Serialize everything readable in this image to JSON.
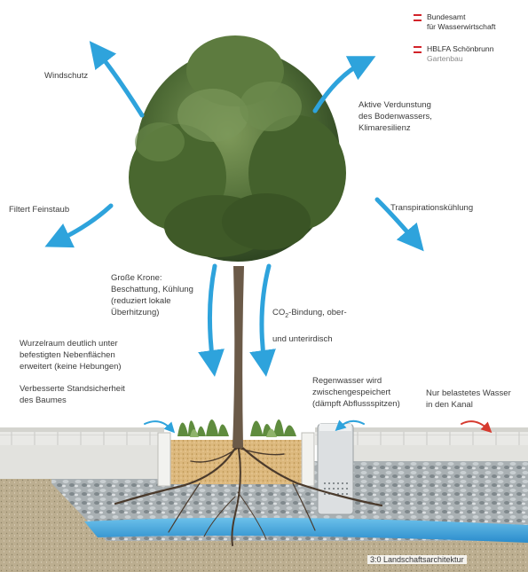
{
  "logos": [
    {
      "line1": "Bundesamt",
      "line2": "für Wasserwirtschaft",
      "color": "#d2232a"
    },
    {
      "line1": "HBLFA Schönbrunn",
      "line2": "Gartenbau",
      "color": "#d2232a"
    }
  ],
  "labels": {
    "windschutz": "Windschutz",
    "verdunstung": "Aktive Verdunstung\ndes Bodenwassers,\nKlimaresilienz",
    "feinstaub": "Filtert Feinstaub",
    "transpiration": "Transpirationskühlung",
    "krone": "Große Krone:\nBeschattung, Kühlung\n(reduziert lokale\nÜberhitzung)",
    "co2_main": "CO",
    "co2_sub": "2",
    "co2_rest": "-Bindung, ober-",
    "co2_line2": "und unterirdisch",
    "wurzelraum": "Wurzelraum deutlich unter\nbefestigten Nebenflächen\nerweitert (keine Hebungen)",
    "standsicherheit": "Verbesserte Standsicherheit\ndes Baumes",
    "regenwasser": "Regenwasser wird\nzwischengespeichert\n(dämpft Abflussspitzen)",
    "kanal": "Nur belastetes Wasser\nin den Kanal"
  },
  "credit": "3:0 Landschaftsarchitektur",
  "colors": {
    "arrow_blue": "#2ea3dc",
    "arrow_red": "#d63a2f",
    "foliage": "#4d6b35",
    "water": "#3aa0d8",
    "gravel": "#9aa3a6",
    "soil": "#b8a888",
    "substrate": "#d9b679"
  }
}
